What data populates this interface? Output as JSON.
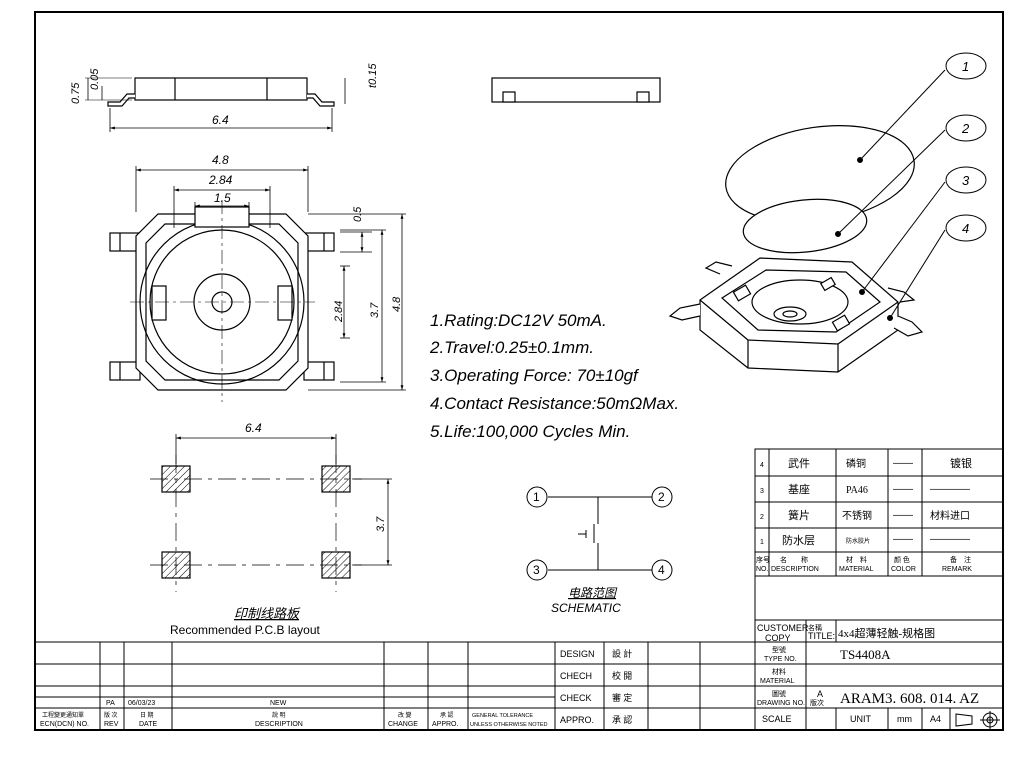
{
  "dimensions": {
    "d075": "0.75",
    "d005": "0.05",
    "t015": "t0.15",
    "w64_side": "6.4",
    "w48": "4.8",
    "w284": "2.84",
    "w15": "1.5",
    "h05": "0.5",
    "h284": "2.84",
    "h37": "3.7",
    "h48": "4.8",
    "pcb_w": "6.4",
    "pcb_h": "3.7"
  },
  "specs": [
    "1.Rating:DC12V 50mA.",
    "2.Travel:0.25±0.1mm.",
    "3.Operating Force: 70±10gf",
    "4.Contact Resistance:50mΩMax.",
    "5.Life:100,000 Cycles Min."
  ],
  "balloons": [
    "1",
    "2",
    "3",
    "4"
  ],
  "pcb": {
    "title_cn": "印制线路板",
    "title_en": "Recommended P.C.B layout"
  },
  "schematic": {
    "title_cn": "电路范图",
    "title_en": "SCHEMATIC",
    "terminals": [
      "1",
      "2",
      "3",
      "4"
    ]
  },
  "bom": {
    "rows": [
      {
        "no": "4",
        "desc": "武件",
        "material": "磷铜",
        "color": "——",
        "remark": "镀银"
      },
      {
        "no": "3",
        "desc": "基座",
        "material": "PA46",
        "color": "——",
        "remark": "————"
      },
      {
        "no": "2",
        "desc": "簧片",
        "material": "不锈钢",
        "color": "——",
        "remark": "材料进口"
      },
      {
        "no": "1",
        "desc": "防水层",
        "material": "防水胶片",
        "color": "——",
        "remark": "————"
      }
    ],
    "header": {
      "no_cn": "序号",
      "no_en": "NO.",
      "desc_cn": "名　　称",
      "desc_en": "DESCRIPTION",
      "mat_cn": "材　料",
      "mat_en": "MATERIAL",
      "color_cn": "颜 色",
      "color_en": "COLOR",
      "remark_cn": "备　注",
      "remark_en": "REMARK"
    }
  },
  "title_block": {
    "customer_label": "CUSTOMER",
    "copy_label": "COPY",
    "name_cn": "名稱",
    "title_label": "TITLE:",
    "title_value": "4x4超薄轻触-规格图",
    "type_cn": "型號",
    "type_label": "TYPE NO.",
    "type_value": "TS4408A",
    "material_cn": "材料",
    "material_label": "MATERIAL",
    "drawing_cn": "圖號",
    "drawing_label": "DRAWING NO.",
    "rev_letter": "A",
    "rev_cn": "版次",
    "drawing_value": "ARAM3. 608. 014. AZ",
    "scale_label": "SCALE",
    "unit_label": "UNIT",
    "unit_value": "mm",
    "size_value": "A4"
  },
  "signoff": [
    {
      "en": "DESIGN",
      "cn": "設 計"
    },
    {
      "en": "CHECH",
      "cn": "校 閱"
    },
    {
      "en": "CHECK",
      "cn": "審 定"
    },
    {
      "en": "APPRO.",
      "cn": "承 認"
    }
  ],
  "revision": {
    "rev": "PA",
    "date": "06/03/23",
    "desc": "NEW",
    "h_ecn_cn": "工程變更通知單",
    "h_ecn": "ECN(DCN) NO.",
    "h_rev_cn": "版 次",
    "h_rev": "REV",
    "h_date_cn": "日 期",
    "h_date": "DATE",
    "h_desc_cn": "說 明",
    "h_desc": "DESCRIPTION",
    "h_change_cn": "改 變",
    "h_change": "CHANGE",
    "h_appro_cn": "承 認",
    "h_appro": "APPRO.",
    "h_tol1": "GENERAL TOLERANCE",
    "h_tol2": "UNLESS OTHERWISE NOTED"
  },
  "colors": {
    "line": "#000000",
    "paper": "#ffffff"
  }
}
